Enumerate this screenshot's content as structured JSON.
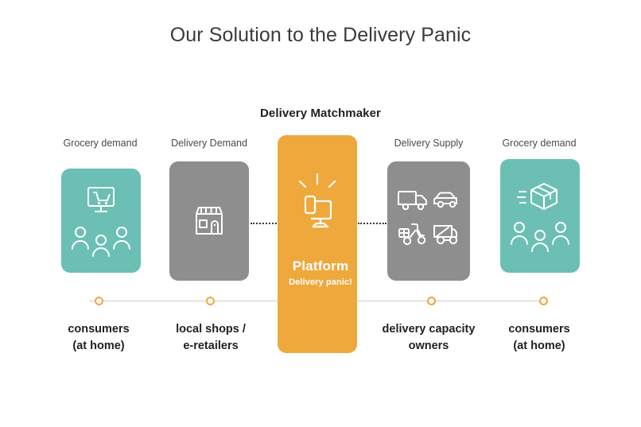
{
  "title": "Our Solution to the Delivery Panic",
  "section_title": "Delivery Matchmaker",
  "colors": {
    "teal": "#6cbfb4",
    "gray": "#8e8e8e",
    "orange": "#efa83c",
    "line": "#cccccc",
    "dotted": "#3a3a3a",
    "text": "#231f20",
    "background": "#ffffff"
  },
  "columns": [
    {
      "header": "Grocery demand",
      "caption_line1": "consumers",
      "caption_line2": "(at home)",
      "color": "teal",
      "icons": [
        "monitor-cart-icon",
        "three-people-icon"
      ]
    },
    {
      "header": "Delivery Demand",
      "caption_line1": "local shops /",
      "caption_line2": "e-retailers",
      "color": "gray",
      "icons": [
        "storefront-icon"
      ]
    },
    {
      "header": "",
      "caption_line1": "",
      "caption_line2": "",
      "color": "orange",
      "icons": [
        "monitor-phone-shine-icon"
      ],
      "platform_title": "Platform",
      "platform_subtitle": "Delivery panic!"
    },
    {
      "header": "Delivery Supply",
      "caption_line1": "delivery capacity",
      "caption_line2": "owners",
      "color": "gray",
      "icons": [
        "truck-icon",
        "car-icon",
        "scooter-icon",
        "delivery-van-icon"
      ]
    },
    {
      "header": "Grocery demand",
      "caption_line1": "consumers",
      "caption_line2": "(at home)",
      "color": "teal",
      "icons": [
        "package-motion-icon",
        "three-people-icon"
      ]
    }
  ]
}
